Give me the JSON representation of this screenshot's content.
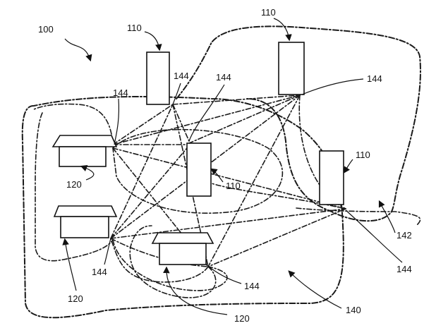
{
  "figure_label": "100",
  "labels": {
    "sensor_top_left": "110",
    "sensor_top_right": "110",
    "sensor_center": "110",
    "sensor_right": "110",
    "anchor_upper_left": "120",
    "anchor_lower_left": "120",
    "anchor_bottom": "120",
    "link_a": "144",
    "link_b": "144",
    "link_c": "144",
    "link_d": "144",
    "link_e": "144",
    "link_f": "144",
    "link_g": "144",
    "boundary_inner": "142",
    "boundary_outer": "140"
  }
}
